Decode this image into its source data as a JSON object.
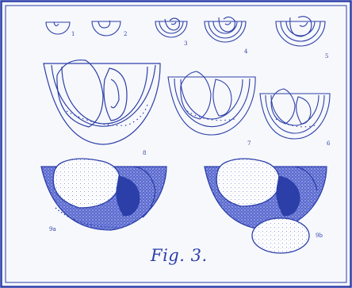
{
  "figure": {
    "caption": "Fig. 3.",
    "ink_color": "#2c3fa8",
    "paper_color": "#f7f8fc",
    "stages": [
      {
        "id": "1",
        "label": "1"
      },
      {
        "id": "2",
        "label": "2"
      },
      {
        "id": "3",
        "label": "3"
      },
      {
        "id": "4",
        "label": "4"
      },
      {
        "id": "5",
        "label": "5"
      },
      {
        "id": "6",
        "label": "6"
      },
      {
        "id": "7",
        "label": "7"
      },
      {
        "id": "8",
        "label": "8"
      },
      {
        "id": "9a",
        "label": "9a"
      },
      {
        "id": "9b",
        "label": "9b"
      }
    ]
  }
}
